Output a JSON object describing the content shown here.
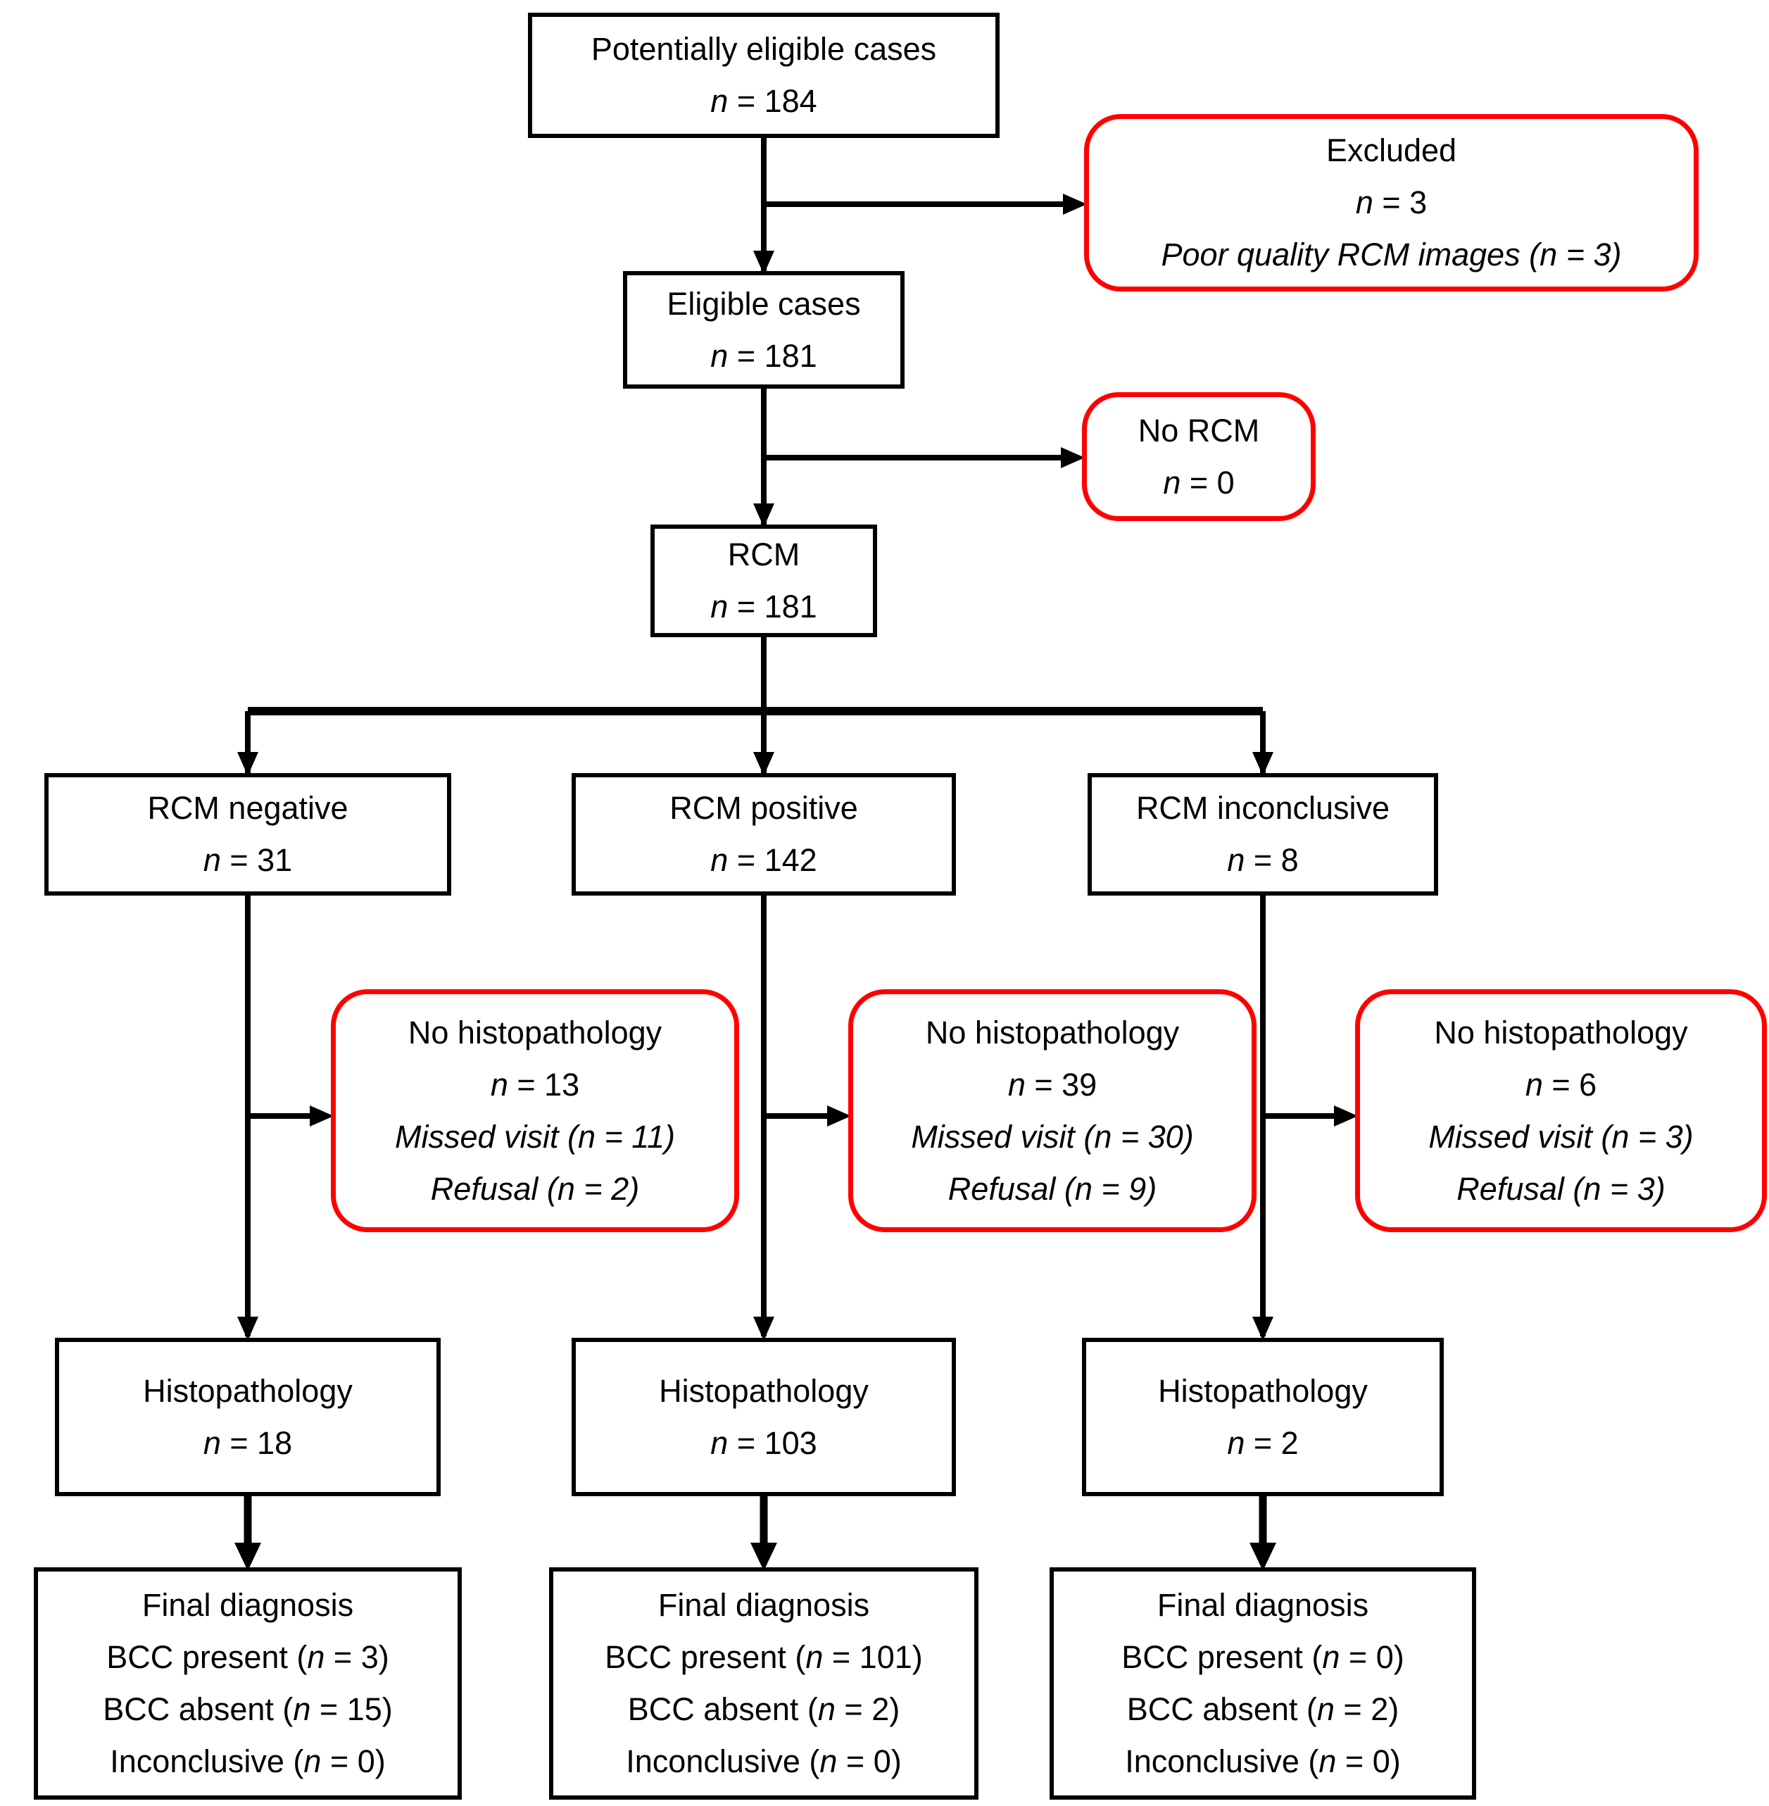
{
  "colors": {
    "line": "#000000",
    "exclusion_border": "#ff0000",
    "background": "#ffffff",
    "text": "#000000"
  },
  "nodes": {
    "potentially_eligible": {
      "lines": [
        [
          {
            "t": "Potentially eligible cases",
            "i": false
          }
        ],
        [
          {
            "t": "n",
            "i": true
          },
          {
            "t": " = 184",
            "i": false
          }
        ]
      ]
    },
    "excluded": {
      "lines": [
        [
          {
            "t": "Excluded",
            "i": false
          }
        ],
        [
          {
            "t": "n",
            "i": true
          },
          {
            "t": " = 3",
            "i": false
          }
        ],
        [
          {
            "t": "Poor quality RCM images (n = 3)",
            "i": true
          }
        ]
      ]
    },
    "eligible": {
      "lines": [
        [
          {
            "t": "Eligible cases",
            "i": false
          }
        ],
        [
          {
            "t": "n",
            "i": true
          },
          {
            "t": " = 181",
            "i": false
          }
        ]
      ]
    },
    "no_rcm": {
      "lines": [
        [
          {
            "t": "No RCM",
            "i": false
          }
        ],
        [
          {
            "t": "n",
            "i": true
          },
          {
            "t": " = 0",
            "i": false
          }
        ]
      ]
    },
    "rcm": {
      "lines": [
        [
          {
            "t": "RCM",
            "i": false
          }
        ],
        [
          {
            "t": "n",
            "i": true
          },
          {
            "t": " = 181",
            "i": false
          }
        ]
      ]
    },
    "rcm_negative": {
      "lines": [
        [
          {
            "t": "RCM negative",
            "i": false
          }
        ],
        [
          {
            "t": "n",
            "i": true
          },
          {
            "t": " = 31",
            "i": false
          }
        ]
      ]
    },
    "rcm_positive": {
      "lines": [
        [
          {
            "t": "RCM positive",
            "i": false
          }
        ],
        [
          {
            "t": "n",
            "i": true
          },
          {
            "t": " = 142",
            "i": false
          }
        ]
      ]
    },
    "rcm_inconclusive": {
      "lines": [
        [
          {
            "t": "RCM inconclusive",
            "i": false
          }
        ],
        [
          {
            "t": "n",
            "i": true
          },
          {
            "t": " = 8",
            "i": false
          }
        ]
      ]
    },
    "no_histo_negative": {
      "lines": [
        [
          {
            "t": "No histopathology",
            "i": false
          }
        ],
        [
          {
            "t": "n",
            "i": true
          },
          {
            "t": " = 13",
            "i": false
          }
        ],
        [
          {
            "t": "Missed visit (n = 11)",
            "i": true
          }
        ],
        [
          {
            "t": "Refusal (n = 2)",
            "i": true
          }
        ]
      ]
    },
    "no_histo_positive": {
      "lines": [
        [
          {
            "t": "No histopathology",
            "i": false
          }
        ],
        [
          {
            "t": "n",
            "i": true
          },
          {
            "t": " = 39",
            "i": false
          }
        ],
        [
          {
            "t": "Missed visit (n = 30)",
            "i": true
          }
        ],
        [
          {
            "t": "Refusal (n = 9)",
            "i": true
          }
        ]
      ]
    },
    "no_histo_inconclusive": {
      "lines": [
        [
          {
            "t": "No histopathology",
            "i": false
          }
        ],
        [
          {
            "t": "n",
            "i": true
          },
          {
            "t": " = 6",
            "i": false
          }
        ],
        [
          {
            "t": "Missed visit (n = 3)",
            "i": true
          }
        ],
        [
          {
            "t": "Refusal (n = 3)",
            "i": true
          }
        ]
      ]
    },
    "histo_negative": {
      "lines": [
        [
          {
            "t": "Histopathology",
            "i": false
          }
        ],
        [
          {
            "t": "n",
            "i": true
          },
          {
            "t": " = 18",
            "i": false
          }
        ]
      ]
    },
    "histo_positive": {
      "lines": [
        [
          {
            "t": "Histopathology",
            "i": false
          }
        ],
        [
          {
            "t": "n",
            "i": true
          },
          {
            "t": " = 103",
            "i": false
          }
        ]
      ]
    },
    "histo_inconclusive": {
      "lines": [
        [
          {
            "t": "Histopathology",
            "i": false
          }
        ],
        [
          {
            "t": "n",
            "i": true
          },
          {
            "t": " = 2",
            "i": false
          }
        ]
      ]
    },
    "final_negative": {
      "lines": [
        [
          {
            "t": "Final diagnosis",
            "i": false
          }
        ],
        [
          {
            "t": "BCC present (",
            "i": false
          },
          {
            "t": "n",
            "i": true
          },
          {
            "t": " = 3)",
            "i": false
          }
        ],
        [
          {
            "t": "BCC absent (",
            "i": false
          },
          {
            "t": "n",
            "i": true
          },
          {
            "t": " = 15)",
            "i": false
          }
        ],
        [
          {
            "t": "Inconclusive (",
            "i": false
          },
          {
            "t": "n",
            "i": true
          },
          {
            "t": " = 0)",
            "i": false
          }
        ]
      ]
    },
    "final_positive": {
      "lines": [
        [
          {
            "t": "Final diagnosis",
            "i": false
          }
        ],
        [
          {
            "t": "BCC present (",
            "i": false
          },
          {
            "t": "n",
            "i": true
          },
          {
            "t": " = 101)",
            "i": false
          }
        ],
        [
          {
            "t": "BCC absent (",
            "i": false
          },
          {
            "t": "n",
            "i": true
          },
          {
            "t": " = 2)",
            "i": false
          }
        ],
        [
          {
            "t": "Inconclusive (",
            "i": false
          },
          {
            "t": "n",
            "i": true
          },
          {
            "t": " = 0)",
            "i": false
          }
        ]
      ]
    },
    "final_inconclusive": {
      "lines": [
        [
          {
            "t": "Final diagnosis",
            "i": false
          }
        ],
        [
          {
            "t": "BCC present (",
            "i": false
          },
          {
            "t": "n",
            "i": true
          },
          {
            "t": " = 0)",
            "i": false
          }
        ],
        [
          {
            "t": "BCC absent (",
            "i": false
          },
          {
            "t": "n",
            "i": true
          },
          {
            "t": " = 2)",
            "i": false
          }
        ],
        [
          {
            "t": "Inconclusive (",
            "i": false
          },
          {
            "t": "n",
            "i": true
          },
          {
            "t": " = 0)",
            "i": false
          }
        ]
      ]
    }
  }
}
